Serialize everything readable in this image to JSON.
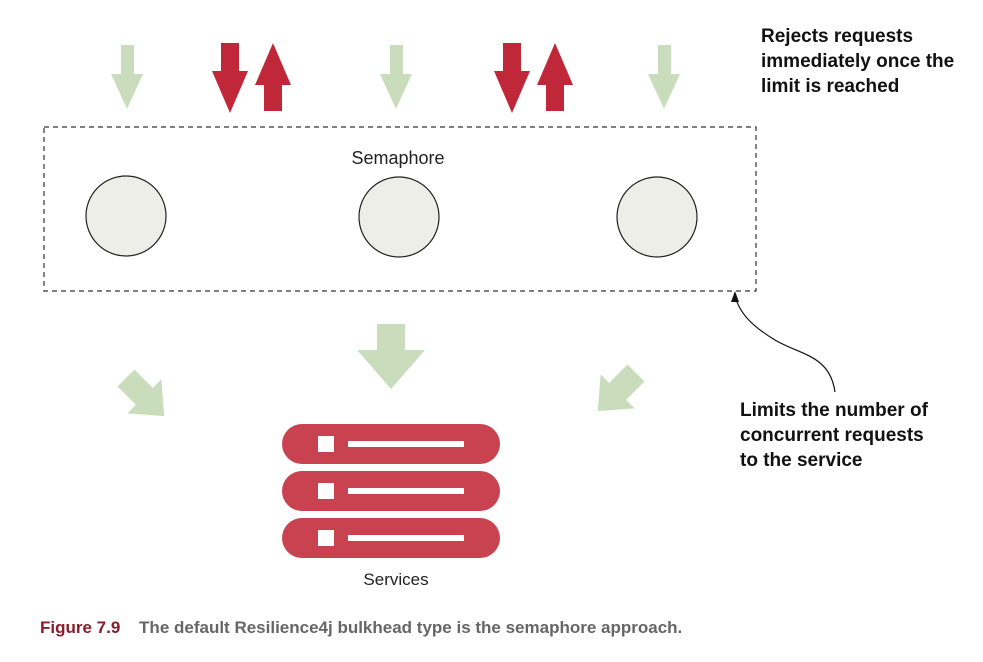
{
  "semaphore_label": "Semaphore",
  "services_label": "Services",
  "annotation_reject": {
    "lines": [
      "Rejects requests",
      "immediately once the",
      "limit is reached"
    ]
  },
  "annotation_limit": {
    "lines": [
      "Limits the number of",
      "concurrent requests",
      "to the service"
    ]
  },
  "caption": {
    "number": "Figure 7.9",
    "text": "The default Resilience4j bulkhead type is the semaphore approach."
  },
  "colors": {
    "accepted_arrow": "#c9ddbd",
    "rejected_arrow": "#c0283a",
    "server": "#c84250",
    "slot_fill": "#eeeee9",
    "caption_number": "#8a1d2a",
    "caption_text": "#666666"
  },
  "icons": {
    "incoming_requests": [
      "accept-arrow-icon",
      "reject-arrow-pair-icon",
      "accept-arrow-icon",
      "reject-arrow-pair-icon",
      "accept-arrow-icon"
    ],
    "outgoing": [
      "arrow-diagonal-right-icon",
      "arrow-down-icon",
      "arrow-diagonal-left-icon"
    ],
    "services": "server-stack-icon"
  }
}
